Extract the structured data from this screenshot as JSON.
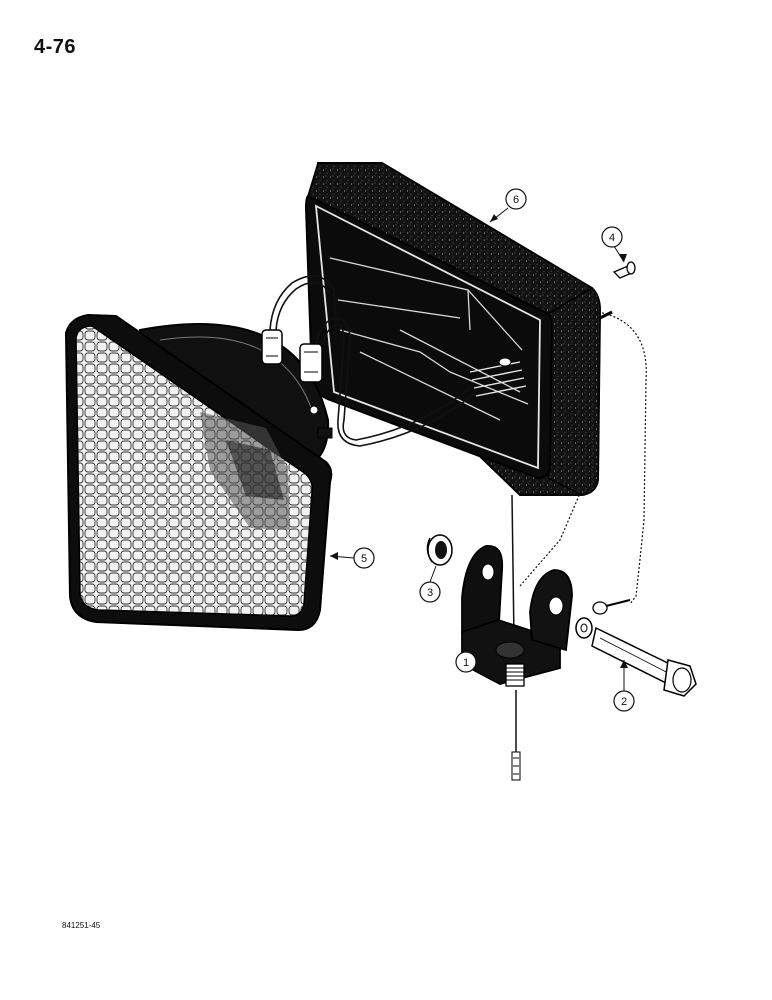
{
  "page": {
    "number": "4-76",
    "figure_code": "841251-45"
  },
  "callouts": [
    {
      "id": "1",
      "part": "mounting-bracket"
    },
    {
      "id": "2",
      "part": "bolt"
    },
    {
      "id": "3",
      "part": "grommet"
    },
    {
      "id": "4",
      "part": "screw"
    },
    {
      "id": "5",
      "part": "sealed-beam-lamp"
    },
    {
      "id": "6",
      "part": "lamp-housing"
    }
  ],
  "colors": {
    "ink": "#111111",
    "paper": "#ffffff",
    "lens": "#ececec"
  }
}
